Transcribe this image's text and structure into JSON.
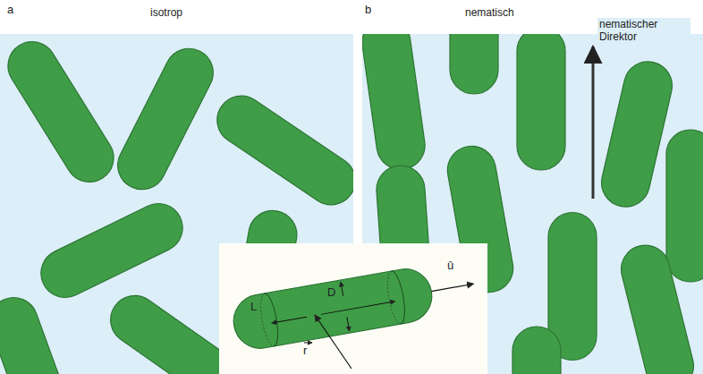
{
  "diagram": {
    "labels": [
      "a",
      "isotrop",
      "b",
      "nematisch",
      "nematischer Direktor",
      "L",
      "D",
      "û",
      "r"
    ]
  }
}
